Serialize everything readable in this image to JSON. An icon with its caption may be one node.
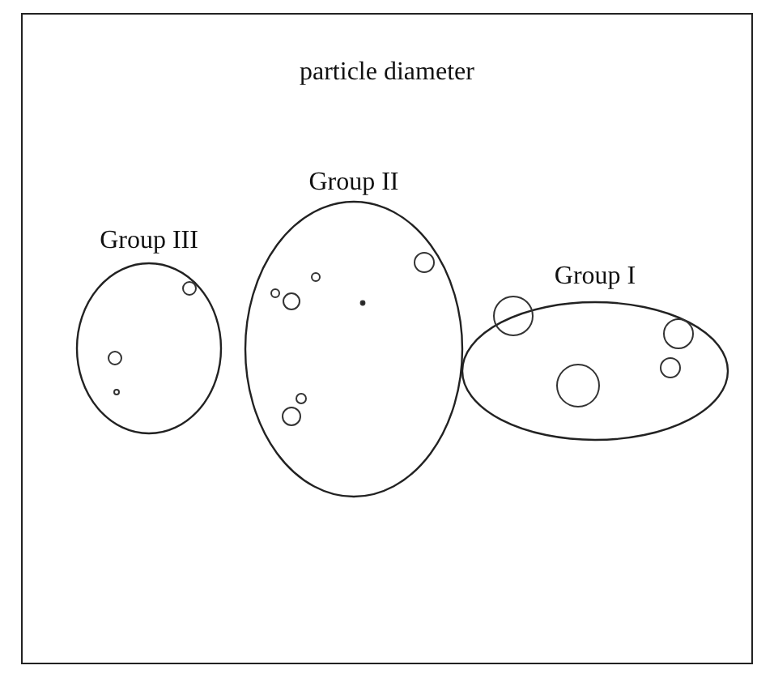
{
  "diagram": {
    "title": "particle diameter",
    "nodes": [
      {
        "text": [
          "Group III"
        ]
      },
      {
        "text": [
          "Group II"
        ]
      },
      {
        "text": [
          "Group I"
        ]
      }
    ]
  }
}
